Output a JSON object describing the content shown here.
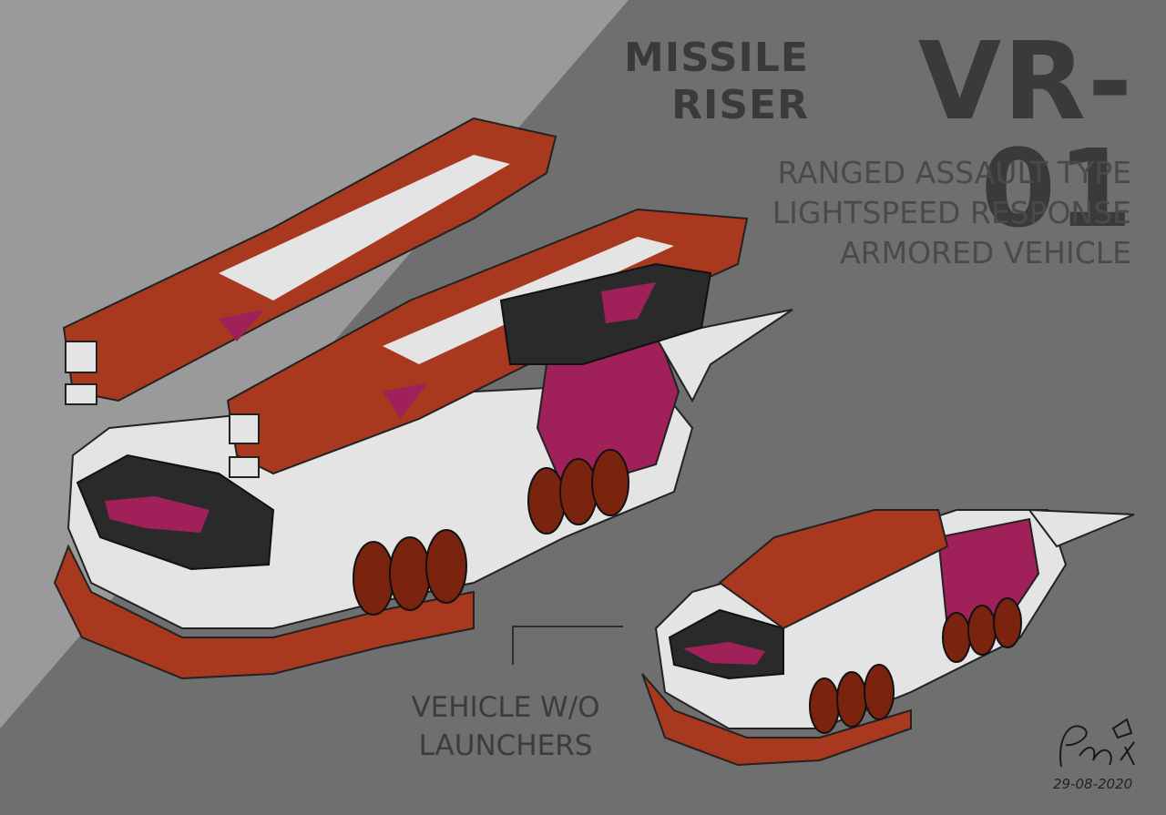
{
  "title": {
    "line1": "MISSILE",
    "line2": "RISER",
    "designation": "VR-01"
  },
  "specs": [
    "RANGED ASSAULT TYPE",
    "LIGHTSPEED RESPONSE",
    "ARMORED VEHICLE"
  ],
  "caption": {
    "line1": "VEHICLE W/O",
    "line2": "LAUNCHERS"
  },
  "signature": {
    "date": "29-08-2020"
  },
  "colors": {
    "background_light": "#9a9a9a",
    "background_band": "#6f6f6f",
    "title_text": "#3a3a3a",
    "armor_red": "#a8391f",
    "armor_red_dark": "#7a2410",
    "panel_white": "#e4e4e4",
    "accent_magenta": "#a0205a",
    "frame_black": "#2a2a2a"
  }
}
